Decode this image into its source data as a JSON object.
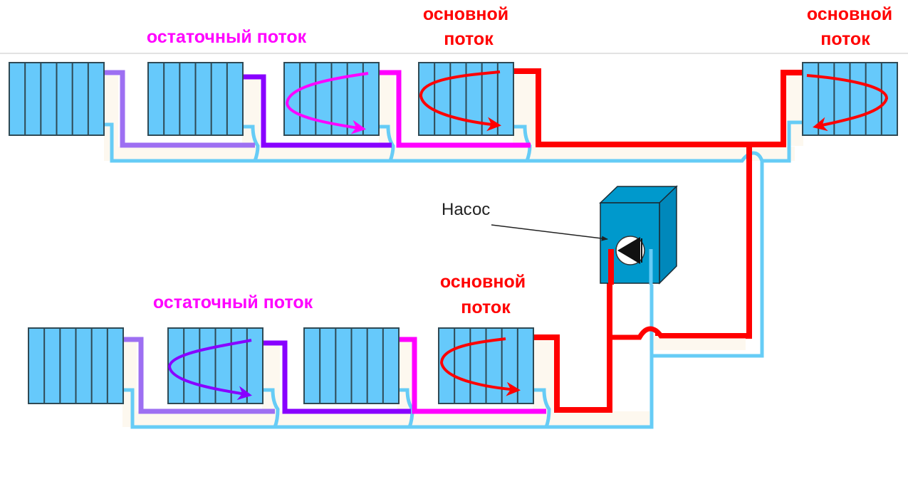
{
  "diagram": {
    "title": "",
    "colors": {
      "radiator_fill": "#66c9fb",
      "radiator_stroke": "#2f4a55",
      "supply_main": "#ff0000",
      "supply_residual_1": "#ff00ff",
      "supply_residual_2": "#8800ff",
      "supply_residual_3": "#9d6ff2",
      "return": "#66ccf6",
      "pipe_backing": "#fdf8ef",
      "pump_body": "#0099cc",
      "label_main": "#ff0000",
      "label_residual": "#ff00ff",
      "divider": "#d8d8d8"
    },
    "labels": {
      "top_residual": "остаточный поток",
      "top_main_1_line1": "основной",
      "top_main_1_line2": "поток",
      "top_main_2_line1": "основной",
      "top_main_2_line2": "поток",
      "bottom_residual": "остаточный поток",
      "bottom_main_line1": "основной",
      "bottom_main_line2": "поток",
      "pump": "Насос"
    },
    "branches": [
      {
        "name": "upper",
        "radiators": [
          {
            "sections": 6,
            "flow": "none",
            "supply": "residual_3"
          },
          {
            "sections": 6,
            "flow": "none",
            "supply": "residual_2"
          },
          {
            "sections": 6,
            "flow": "residual",
            "supply": "residual_1"
          },
          {
            "sections": 6,
            "flow": "main",
            "supply": "main"
          },
          {
            "sections": 6,
            "flow": "main",
            "supply": "main"
          }
        ]
      },
      {
        "name": "lower",
        "radiators": [
          {
            "sections": 6,
            "flow": "none",
            "supply": "residual_3"
          },
          {
            "sections": 6,
            "flow": "residual",
            "supply": "residual_2"
          },
          {
            "sections": 6,
            "flow": "none",
            "supply": "residual_1"
          },
          {
            "sections": 6,
            "flow": "main",
            "supply": "main"
          }
        ]
      }
    ]
  }
}
